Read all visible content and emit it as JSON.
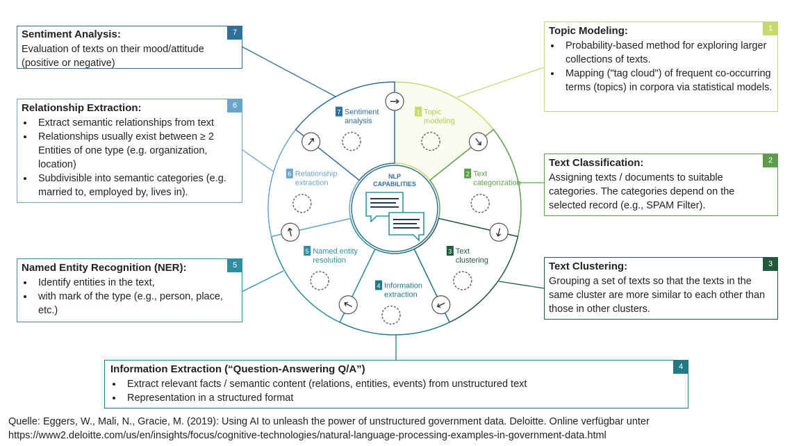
{
  "center": {
    "line1": "NLP",
    "line2": "CAPABILITIES"
  },
  "segments": [
    {
      "num": "1",
      "label1": "Topic",
      "label2": "modeling",
      "color": "#c8d96a"
    },
    {
      "num": "2",
      "label1": "Text",
      "label2": "categorization",
      "color": "#5a9e4b"
    },
    {
      "num": "3",
      "label1": "Text",
      "label2": "clustering",
      "color": "#1f5a3c"
    },
    {
      "num": "4",
      "label1": "Information",
      "label2": "extraction",
      "color": "#1f7a85"
    },
    {
      "num": "5",
      "label1": "Named entity",
      "label2": "resolution",
      "color": "#2f8fa0"
    },
    {
      "num": "6",
      "label1": "Relationship",
      "label2": "extraction",
      "color": "#6aa6c8"
    },
    {
      "num": "7",
      "label1": "Sentiment",
      "label2": "analysis",
      "color": "#2f6f9a"
    }
  ],
  "boxes": {
    "sentiment": {
      "num": "7",
      "color": "#2f6f9a",
      "title": "Sentiment Analysis:",
      "body": "Evaluation of texts on their mood/attitude (positive or negative)"
    },
    "relationship": {
      "num": "6",
      "color": "#6aa6c8",
      "title": "Relationship Extraction:",
      "bullets": [
        "Extract semantic relationships from text",
        "Relationships usually exist between ≥ 2 Entities of one type (e.g. organization, location)",
        "Subdivisible into semantic categories (e.g. married to, employed by, lives in)."
      ]
    },
    "ner": {
      "num": "5",
      "color": "#2f8fa0",
      "title": "Named Entity Recognition (NER):",
      "bullets": [
        "Identify entities in the text,",
        "with mark of the type (e.g., person, place, etc.)"
      ]
    },
    "topic": {
      "num": "1",
      "color": "#c8d96a",
      "title": "Topic Modeling:",
      "bullets": [
        "Probability-based method for exploring larger collections of texts.",
        "Mapping (\"tag cloud\") of frequent co-occurring terms (topics) in corpora via statistical models."
      ]
    },
    "classification": {
      "num": "2",
      "color": "#5a9e4b",
      "title": "Text Classification:",
      "body": "Assigning texts / documents to suitable categories. The categories depend on the selected record (e.g., SPAM Filter)."
    },
    "clustering": {
      "num": "3",
      "color": "#1f5a3c",
      "title": "Text Clustering:",
      "body": "Grouping a set of texts so that the texts in the same cluster are more similar to each other than those in other clusters."
    },
    "extraction": {
      "num": "4",
      "color": "#1f7a85",
      "title": "Information Extraction (“Question-Answering Q/A”)",
      "bullets": [
        "Extract relevant facts / semantic content (relations, entities, events) from unstructured text",
        "Representation in a structured format"
      ]
    }
  },
  "source": {
    "line1": "Quelle: Eggers, W., Mali, N., Gracie, M. (2019): Using AI to unleash the power of unstructured government data. Deloitte. Online verfügbar unter",
    "line2": "https://www2.deloitte.com/us/en/insights/focus/cognitive-technologies/natural-language-processing-examples-in-government-data.html"
  }
}
